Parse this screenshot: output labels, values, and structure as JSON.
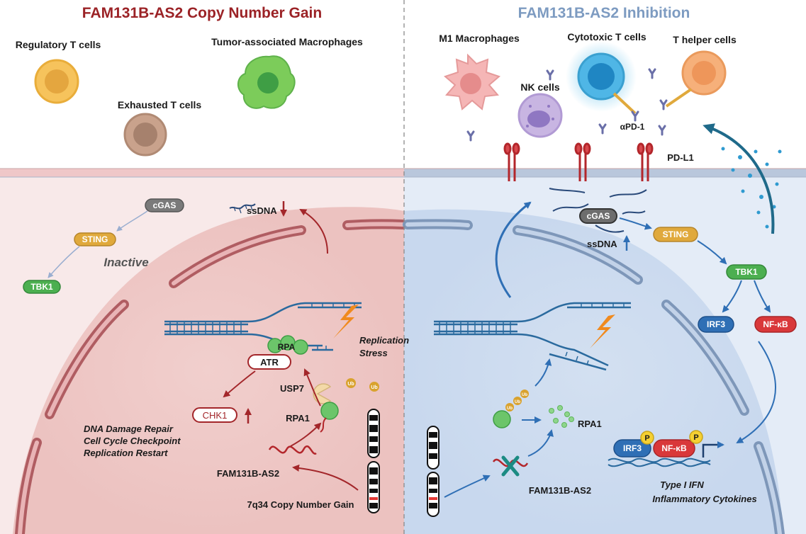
{
  "left_panel": {
    "title": "FAM131B-AS2 Copy Number Gain",
    "cells": {
      "treg": "Regulatory T cells",
      "tam": "Tumor-associated Macrophages",
      "exhausted": "Exhausted T cells"
    },
    "pathway": {
      "cgas": "cGAS",
      "sting": "STING",
      "tbk1": "TBK1",
      "inactive": "Inactive"
    },
    "ssdna": "ssDNA",
    "rpa": "RPA",
    "atr": "ATR",
    "replication_stress": [
      "Replication",
      "Stress"
    ],
    "usp7": "USP7",
    "ub": "Ub",
    "rpa1": "RPA1",
    "chk1": "CHK1",
    "outcomes": [
      "DNA Damage Repair",
      "Cell Cycle Checkpoint",
      "Replication Restart"
    ],
    "lncrna": "FAM131B-AS2",
    "locus": "7q34  Copy Number Gain"
  },
  "right_panel": {
    "title": "FAM131B-AS2 Inhibition",
    "cells": {
      "m1": "M1 Macrophages",
      "ctl": "Cytotoxic T cells",
      "th": "T helper cells",
      "nk": "NK cells"
    },
    "apd1": "αPD-1",
    "pdl1": "PD-L1",
    "pathway": {
      "cgas": "cGAS",
      "sting": "STING",
      "tbk1": "TBK1",
      "irf3": "IRF3",
      "nfkb": "NF-κB",
      "p": "P"
    },
    "ssdna": "ssDNA",
    "ub": "Ub",
    "rpa1": "RPA1",
    "lncrna": "FAM131B-AS2",
    "outcomes": [
      "Type I IFN",
      "Inflammatory Cytokines"
    ]
  },
  "colors": {
    "left_title": "#9b2226",
    "right_title": "#7d9bc1",
    "left_bg": "#f8e9e9",
    "right_bg": "#e4ecf7",
    "cgas": "#7a7a7a",
    "sting": "#e0a93c",
    "tbk1": "#4caf50",
    "irf3": "#2f6fb5",
    "nfkb": "#d9383a",
    "dna": "#2a6a9e",
    "red_arrow": "#a3262a",
    "blue_arrow": "#2f6fb5"
  }
}
